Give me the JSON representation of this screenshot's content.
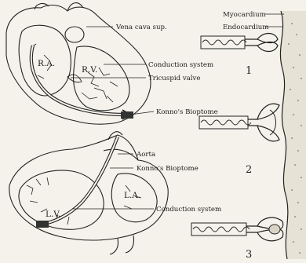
{
  "labels": {
    "vena_cava_sup": "Vena cava sup.",
    "ra": "R.A.",
    "rv": "R.V.",
    "conduction_system_top": "Conduction system",
    "tricuspid_valve": "Tricuspid valve",
    "konno_bioptome_top": "Konno's Bioptome",
    "aorta": "Aorta",
    "konno_bioptome_bottom": "Konno's Bioptome",
    "lv": "L.V.",
    "la": "L.A.",
    "conduction_system_bottom": "Conduction system",
    "myocardium": "Myocardium",
    "endocardium": "Endocardium"
  },
  "steps": [
    "1",
    "2",
    "3"
  ]
}
